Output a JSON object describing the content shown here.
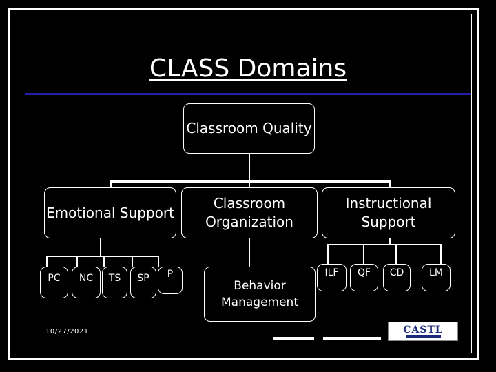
{
  "slide": {
    "title": "CLASS Domains",
    "date": "10/27/2021",
    "logo_text": "CASTL"
  },
  "diagram": {
    "root": "Classroom Quality",
    "domains": [
      {
        "label": "Emotional Support",
        "dimensions": [
          "PC",
          "NC",
          "TS",
          "SP",
          "P"
        ]
      },
      {
        "label": "Classroom\nOrganization",
        "dimensions": [
          "Behavior\nManagement"
        ]
      },
      {
        "label": "Instructional\nSupport",
        "dimensions": [
          "ILF",
          "QF",
          "CD",
          "LM"
        ]
      }
    ]
  },
  "colors": {
    "background": "#000000",
    "foreground": "#ffffff",
    "rule": "#1f1fa8",
    "logo": "#1a2a7a"
  }
}
